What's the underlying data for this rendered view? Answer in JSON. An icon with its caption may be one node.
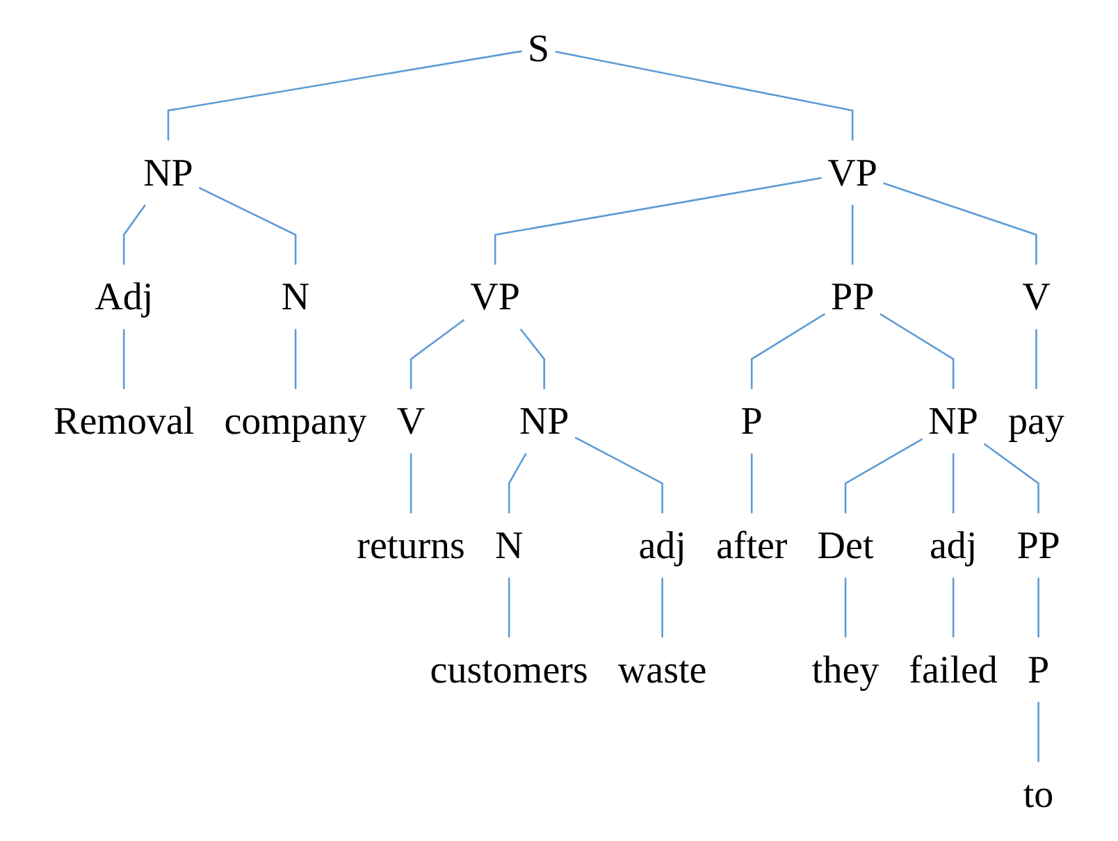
{
  "diagram": {
    "nodes": [
      {
        "text": [
          "S"
        ]
      },
      {
        "text": [
          "NP"
        ]
      },
      {
        "text": [
          "VP"
        ]
      },
      {
        "text": [
          "Adj"
        ]
      },
      {
        "text": [
          "N"
        ]
      },
      {
        "text": [
          "VP"
        ]
      },
      {
        "text": [
          "PP"
        ]
      },
      {
        "text": [
          "V"
        ]
      },
      {
        "text": [
          "Removal"
        ]
      },
      {
        "text": [
          "company"
        ]
      },
      {
        "text": [
          "V"
        ]
      },
      {
        "text": [
          "NP"
        ]
      },
      {
        "text": [
          "P"
        ]
      },
      {
        "text": [
          "NP"
        ]
      },
      {
        "text": [
          "pay"
        ]
      },
      {
        "text": [
          "returns"
        ]
      },
      {
        "text": [
          "N"
        ]
      },
      {
        "text": [
          "adj"
        ]
      },
      {
        "text": [
          "after"
        ]
      },
      {
        "text": [
          "Det"
        ]
      },
      {
        "text": [
          "adj"
        ]
      },
      {
        "text": [
          "PP"
        ]
      },
      {
        "text": [
          "customers"
        ]
      },
      {
        "text": [
          "waste"
        ]
      },
      {
        "text": [
          "they"
        ]
      },
      {
        "text": [
          "failed"
        ]
      },
      {
        "text": [
          "P"
        ]
      },
      {
        "text": [
          "to"
        ]
      }
    ],
    "edges": [
      {
        "from": 0,
        "to": 1,
        "arrow": "none"
      },
      {
        "from": 0,
        "to": 2,
        "arrow": "none"
      },
      {
        "from": 1,
        "to": 3,
        "arrow": "none"
      },
      {
        "from": 1,
        "to": 4,
        "arrow": "none"
      },
      {
        "from": 2,
        "to": 5,
        "arrow": "none"
      },
      {
        "from": 2,
        "to": 6,
        "arrow": "none"
      },
      {
        "from": 2,
        "to": 7,
        "arrow": "none"
      },
      {
        "from": 3,
        "to": 8,
        "arrow": "none"
      },
      {
        "from": 4,
        "to": 9,
        "arrow": "none"
      },
      {
        "from": 5,
        "to": 10,
        "arrow": "none"
      },
      {
        "from": 5,
        "to": 11,
        "arrow": "none"
      },
      {
        "from": 6,
        "to": 12,
        "arrow": "none"
      },
      {
        "from": 6,
        "to": 13,
        "arrow": "none"
      },
      {
        "from": 7,
        "to": 14,
        "arrow": "none"
      },
      {
        "from": 10,
        "to": 15,
        "arrow": "none"
      },
      {
        "from": 11,
        "to": 16,
        "arrow": "none"
      },
      {
        "from": 11,
        "to": 17,
        "arrow": "none"
      },
      {
        "from": 12,
        "to": 18,
        "arrow": "none"
      },
      {
        "from": 13,
        "to": 19,
        "arrow": "none"
      },
      {
        "from": 13,
        "to": 20,
        "arrow": "none"
      },
      {
        "from": 13,
        "to": 21,
        "arrow": "none"
      },
      {
        "from": 16,
        "to": 22,
        "arrow": "none"
      },
      {
        "from": 17,
        "to": 23,
        "arrow": "none"
      },
      {
        "from": 19,
        "to": 24,
        "arrow": "none"
      },
      {
        "from": 20,
        "to": 25,
        "arrow": "none"
      },
      {
        "from": 21,
        "to": 26,
        "arrow": "none"
      },
      {
        "from": 26,
        "to": 27,
        "arrow": "none"
      }
    ]
  }
}
